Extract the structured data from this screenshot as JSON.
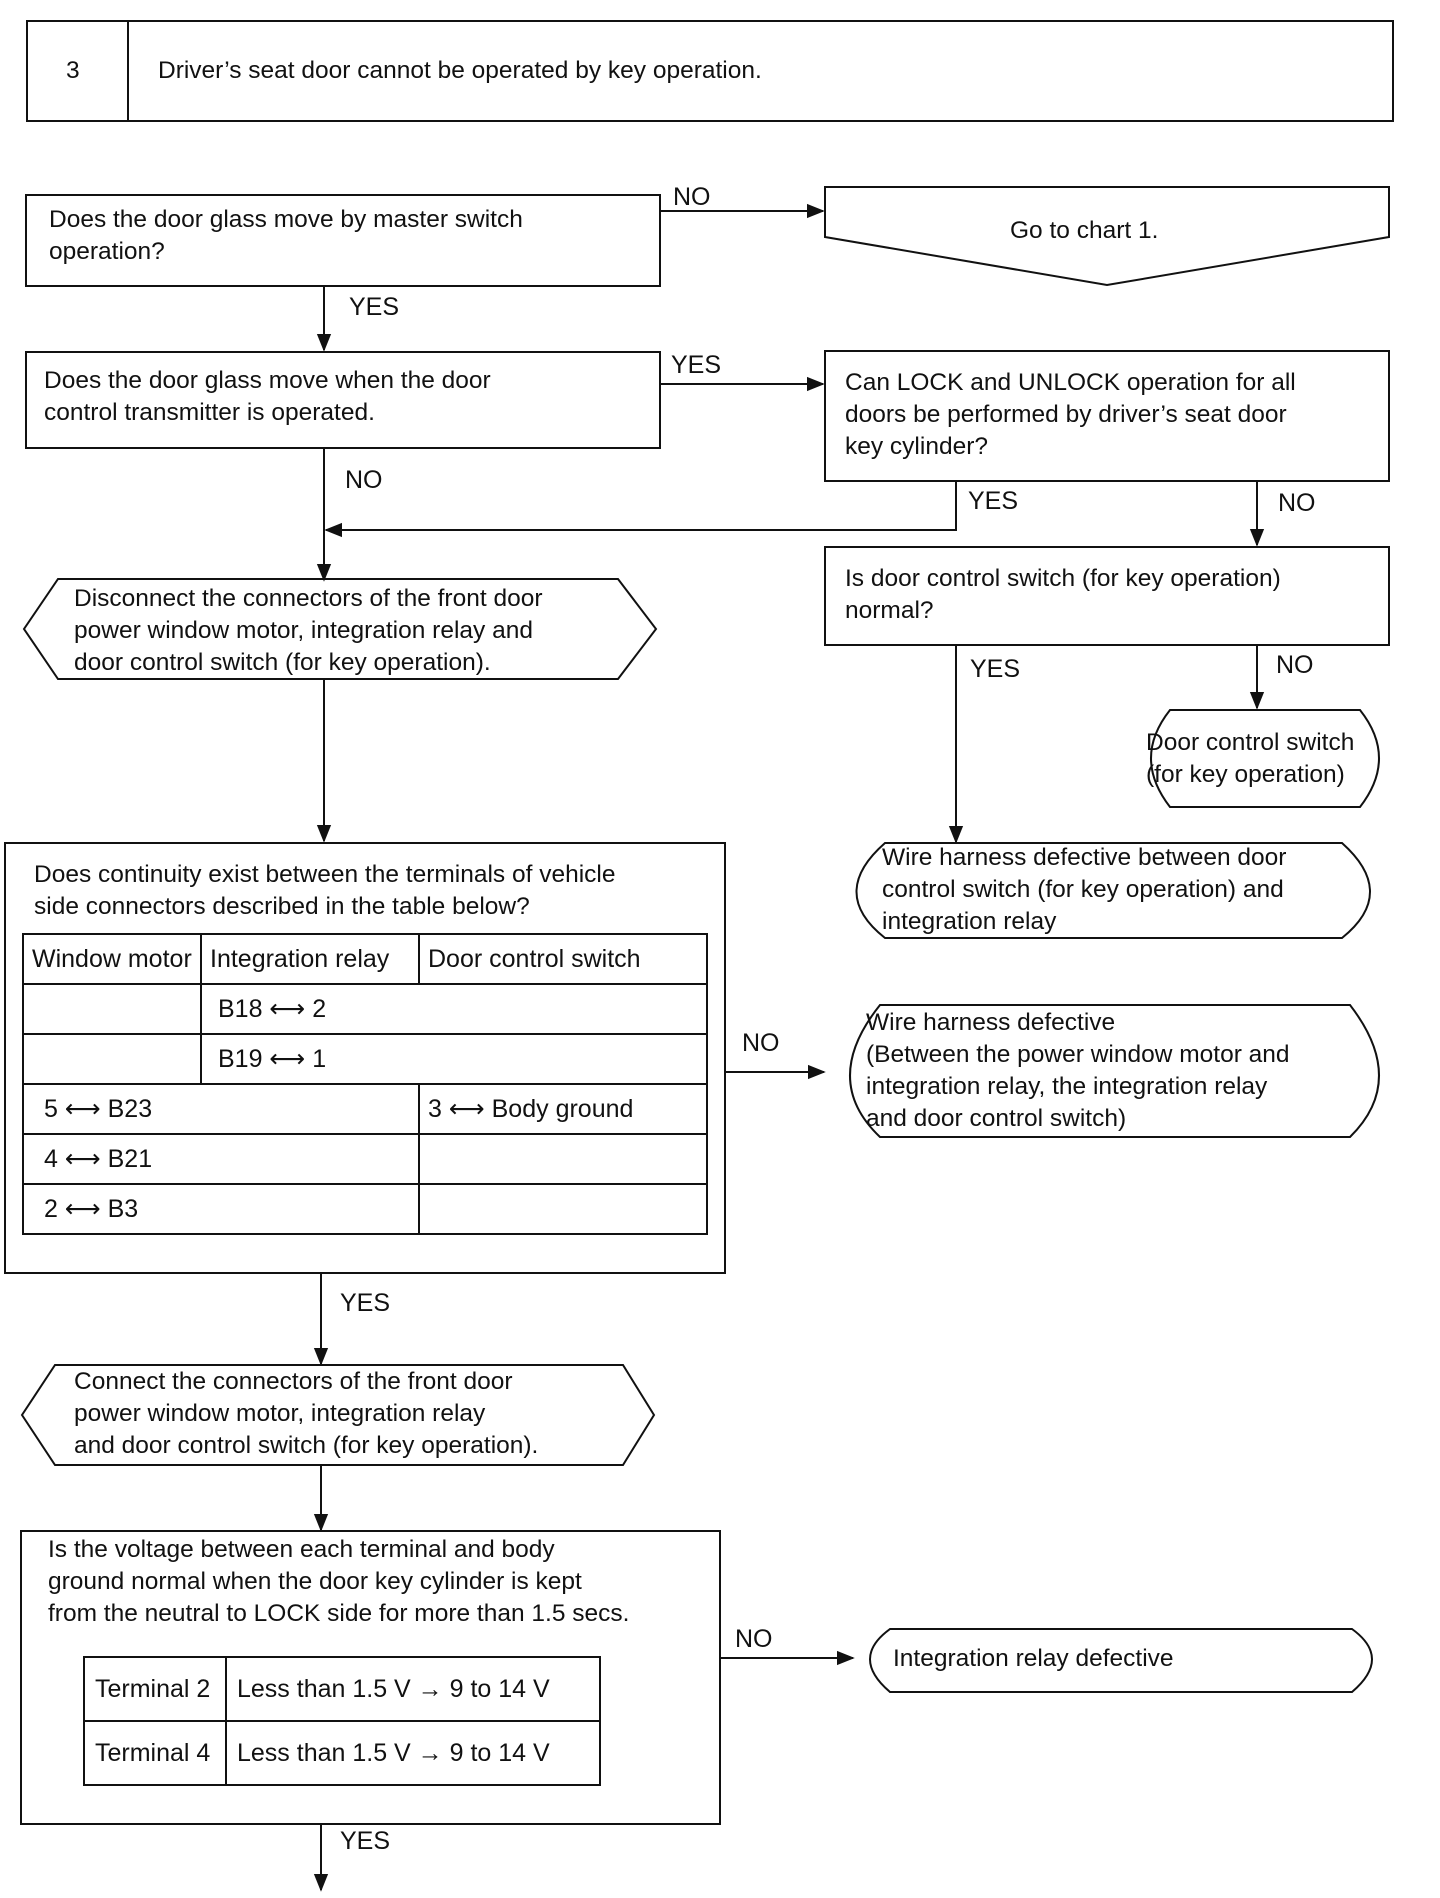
{
  "header": {
    "number": "3",
    "title": "Driver’s seat door cannot be operated by key operation."
  },
  "q1": {
    "text": "Does the door glass move by master switch\noperation?",
    "no": "NO",
    "yes": "YES"
  },
  "goto_chart": "Go to chart 1.",
  "q2": {
    "text": "Does the door glass move when the door\ncontrol transmitter is operated.",
    "yes": "YES",
    "no": "NO"
  },
  "q3": {
    "text": "Can LOCK and UNLOCK operation for all\ndoors be performed by driver’s seat door\nkey cylinder?",
    "yes": "YES",
    "no": "NO"
  },
  "step_disconnect": "Disconnect the connectors of the front door\npower window motor, integration relay and\ndoor control switch (for key operation).",
  "q4": {
    "text": "Is door control switch (for key operation)\nnormal?",
    "yes": "YES",
    "no": "NO"
  },
  "result_switch": "Door control switch\n(for key operation)",
  "result_harness1": "Wire harness defective between door\ncontrol switch (for key operation) and\nintegration relay",
  "q5": {
    "text": "Does continuity exist between the terminals of vehicle\nside connectors described in the table below?",
    "no": "NO",
    "yes": "YES",
    "headers": [
      "Window motor",
      "Integration relay",
      "Door control switch"
    ],
    "rows": {
      "r1": "B18 ⟷ 2",
      "r2": "B19 ⟷ 1",
      "r3a": "5 ⟷ B23",
      "r3b": "3 ⟷ Body ground",
      "r4": "4 ⟷ B21",
      "r5": "2 ⟷ B3"
    }
  },
  "result_harness2": "Wire harness defective\n(Between the power window motor and\nintegration relay, the integration relay\nand door control switch)",
  "step_connect": "Connect the connectors of the front door\npower window motor, integration relay\nand door control switch (for key operation).",
  "q6": {
    "text": "Is the voltage between each terminal and body\nground normal when the door key cylinder is kept\nfrom the neutral to LOCK side for more than 1.5 secs.",
    "no": "NO",
    "yes": "YES",
    "rows": [
      {
        "terminal": "Terminal 2",
        "value": "Less than 1.5 V → 9 to 14 V"
      },
      {
        "terminal": "Terminal 4",
        "value": "Less than 1.5 V → 9 to 14 V"
      }
    ]
  },
  "result_relay": "Integration relay defective"
}
